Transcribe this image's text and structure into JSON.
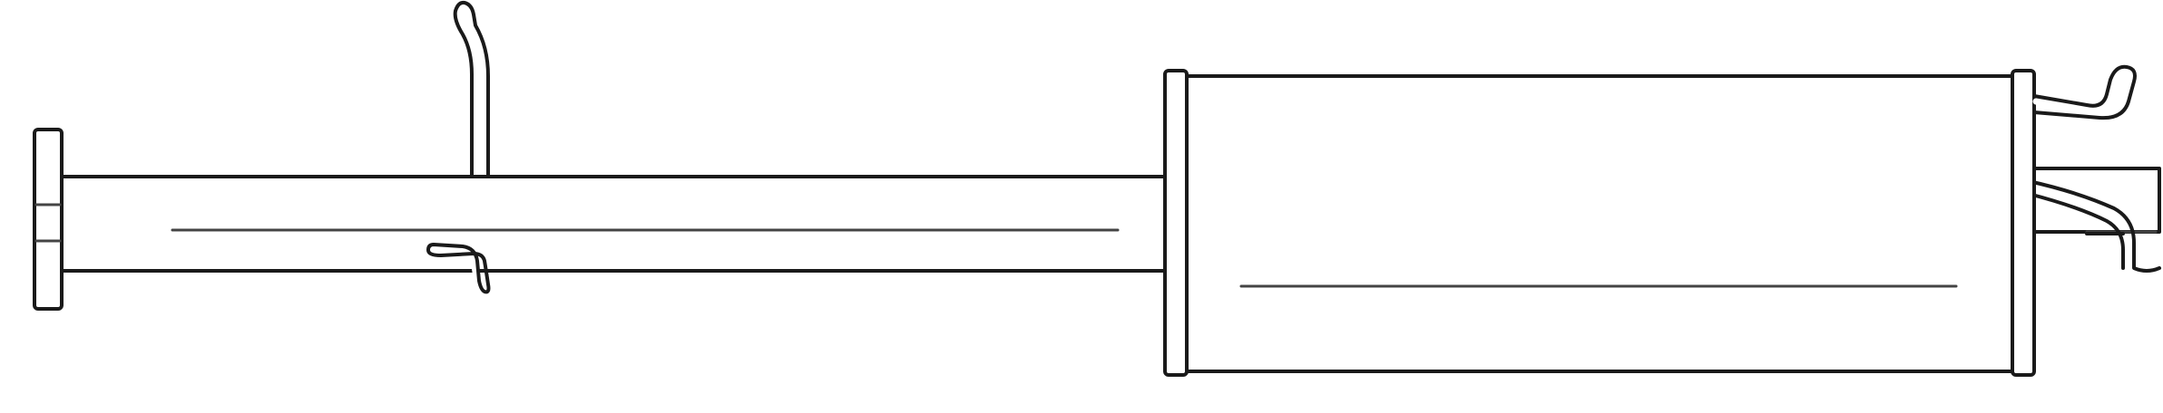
{
  "diagram": {
    "type": "technical-line-drawing",
    "subject": "exhaust-system-middle-section-with-rear-silencer",
    "colors": {
      "background": "#ffffff",
      "outline": "#1a1a1a",
      "shading": "#444444"
    },
    "parts": [
      {
        "id": "inlet-flange",
        "icon": "flange-icon"
      },
      {
        "id": "intermediate-pipe",
        "icon": "pipe-icon"
      },
      {
        "id": "top-hanger-hook",
        "icon": "hanger-icon"
      },
      {
        "id": "bottom-hanger-hook",
        "icon": "hanger-icon"
      },
      {
        "id": "muffler-front-cap",
        "icon": "end-cap-icon"
      },
      {
        "id": "muffler-body",
        "icon": "muffler-icon"
      },
      {
        "id": "muffler-rear-cap",
        "icon": "end-cap-icon"
      },
      {
        "id": "rear-hanger-hook",
        "icon": "hanger-icon"
      },
      {
        "id": "tailpipe",
        "icon": "tailpipe-icon"
      },
      {
        "id": "tailpipe-bracket",
        "icon": "bracket-icon"
      }
    ]
  }
}
